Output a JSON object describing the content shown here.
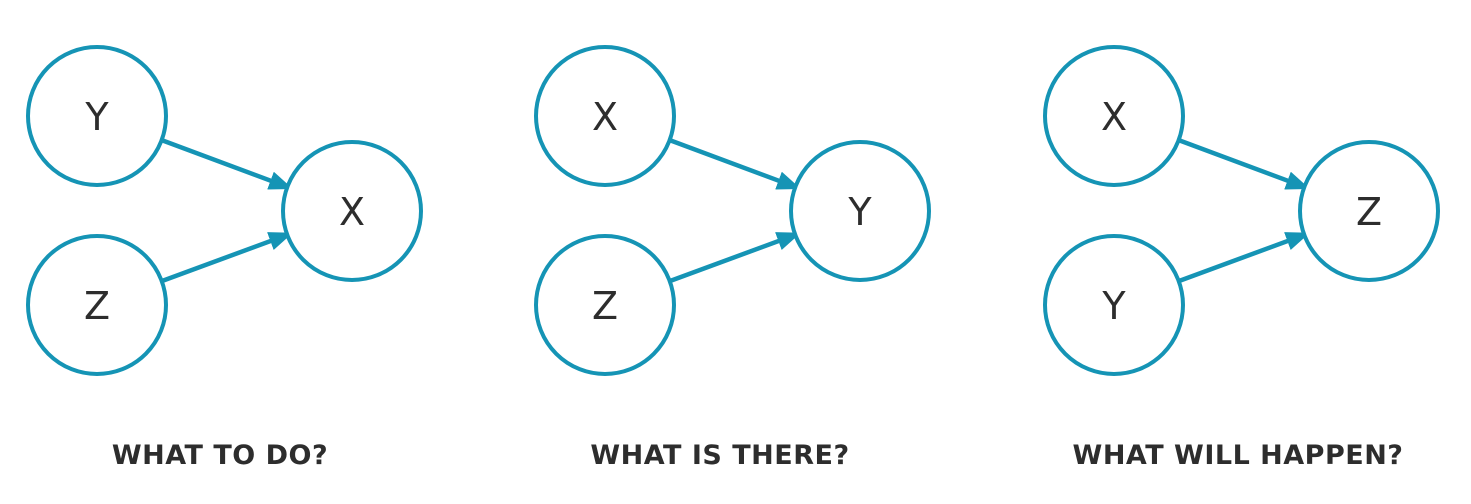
{
  "colors": {
    "accent_teal": "#1594b5",
    "label_text": "#2d2d2d",
    "background": "#ffffff"
  },
  "diagrams": [
    {
      "caption": "WHAT TO DO?",
      "nodes": [
        {
          "id": "Y",
          "label": "Y",
          "position": "top-left"
        },
        {
          "id": "Z",
          "label": "Z",
          "position": "bottom-left"
        },
        {
          "id": "X",
          "label": "X",
          "position": "right"
        }
      ],
      "edges": [
        {
          "from": "Y",
          "to": "X"
        },
        {
          "from": "Z",
          "to": "X"
        }
      ]
    },
    {
      "caption": "WHAT IS THERE?",
      "nodes": [
        {
          "id": "X",
          "label": "X",
          "position": "top-left"
        },
        {
          "id": "Z",
          "label": "Z",
          "position": "bottom-left"
        },
        {
          "id": "Y",
          "label": "Y",
          "position": "right"
        }
      ],
      "edges": [
        {
          "from": "X",
          "to": "Y"
        },
        {
          "from": "Z",
          "to": "Y"
        }
      ]
    },
    {
      "caption": "WHAT WILL HAPPEN?",
      "nodes": [
        {
          "id": "X",
          "label": "X",
          "position": "top-left"
        },
        {
          "id": "Y",
          "label": "Y",
          "position": "bottom-left"
        },
        {
          "id": "Z",
          "label": "Z",
          "position": "right"
        }
      ],
      "edges": [
        {
          "from": "X",
          "to": "Z"
        },
        {
          "from": "Y",
          "to": "Z"
        }
      ]
    }
  ]
}
